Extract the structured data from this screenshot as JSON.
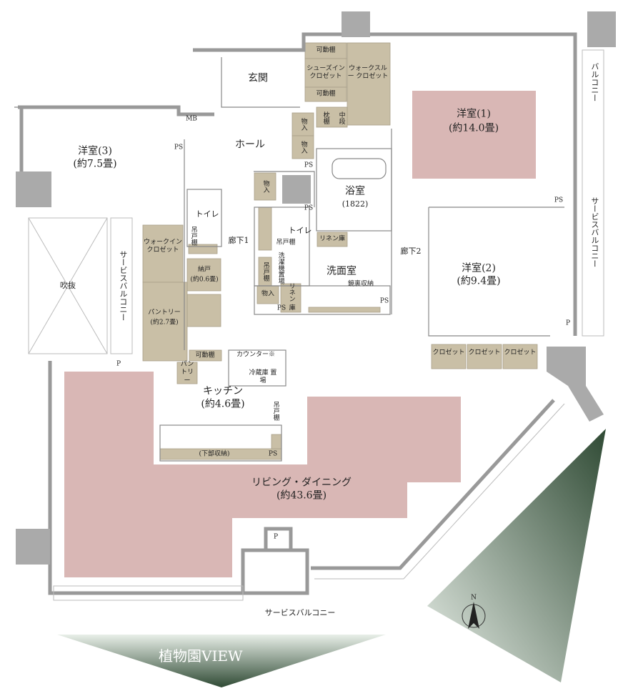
{
  "colors": {
    "room_pink": "#d9b7b5",
    "storage_tan": "#c9bfa6",
    "wall": "#999999",
    "view_green_dark": "#2f4a34",
    "view_green_light": "#e8efe8"
  },
  "rooms": {
    "entrance": "玄関",
    "hall": "ホール",
    "mb": "MB",
    "western3": "洋室(3)",
    "western3_size": "(約7.5畳)",
    "western1": "洋室(1)",
    "western1_size": "(約14.0畳)",
    "western2": "洋室(2)",
    "western2_size": "(約9.4畳)",
    "bath": "浴室",
    "bath_size": "(1822)",
    "toilet1": "トイレ",
    "toilet2": "トイレ",
    "corridor1": "廊下1",
    "corridor2": "廊下2",
    "washroom": "洗面室",
    "kitchen": "キッチン",
    "kitchen_size": "(約4.6畳)",
    "living": "リビング・ダイニング",
    "living_size": "(約43.6畳)",
    "void": "吹抜",
    "balcony": "バルコニー",
    "service_balcony_left": "サービスバルコニー",
    "service_balcony_right": "サービスバルコニー",
    "service_balcony_bottom": "サービスバルコニー"
  },
  "storage": {
    "movable_shelf_top": "可動棚",
    "shoes_closet": "シューズイン クロゼット",
    "movable_shelf_mid": "可動棚",
    "walk_through_closet": "ウォークスルー クロゼット",
    "pillow_shelf": "枕棚",
    "middle_shelf": "中段",
    "storage1": "物入",
    "storage2": "物入",
    "storage3": "物入",
    "storage4": "物入",
    "walk_in_closet": "ウォークイン クロゼット",
    "hanging_shelf1": "吊戸棚",
    "hanging_shelf2": "吊戸棚",
    "hanging_shelf3": "吊戸棚",
    "hanging_shelf4": "吊戸棚",
    "nando": "納戸",
    "nando_size": "(約0.6畳)",
    "pantry_room": "パントリー",
    "pantry_room_size": "(約2.7畳)",
    "movable_shelf_kitchen": "可動棚",
    "pantry_small": "パン トリー",
    "counter": "カウンター※",
    "fridge": "冷蔵庫 置場",
    "lower_storage": "(下部収納)",
    "linen1": "リネン庫",
    "linen2": "リネン 庫",
    "washer": "洗濯機置場",
    "mirror_storage": "鏡裏収納",
    "closet1": "クロゼット",
    "closet2": "クロゼット",
    "closet3": "クロゼット"
  },
  "markers": {
    "ps": "PS",
    "p": "P"
  },
  "view": {
    "bottom": "植物園VIEW",
    "right": "植物園VIEW"
  },
  "compass": "N"
}
